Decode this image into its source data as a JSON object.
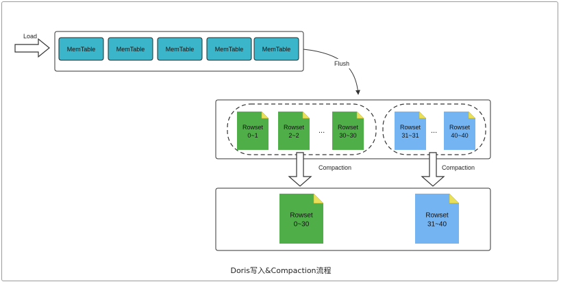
{
  "load_label": "Load",
  "flush_label": "Flush",
  "compaction_label": "Compaction",
  "memtables": [
    "MemTable",
    "MemTable",
    "MemTable",
    "MemTable",
    "MemTable"
  ],
  "rowset_word": "Rowset",
  "green_rowsets": [
    "0~1",
    "2~2",
    "30~30"
  ],
  "blue_rowsets": [
    "31~31",
    "40~40"
  ],
  "ellipsis": "...",
  "result_rowsets": [
    {
      "label": "Rowset",
      "range": "0~30",
      "color": "#4fae48"
    },
    {
      "label": "Rowset",
      "range": "31~40",
      "color": "#74b4f3"
    }
  ],
  "caption": "Doris写入&Compaction流程",
  "colors": {
    "memtable_fill": "#3ab5c9",
    "green_doc": "#4fae48",
    "blue_doc": "#74b4f3",
    "doc_fold": "#e8e05a"
  }
}
